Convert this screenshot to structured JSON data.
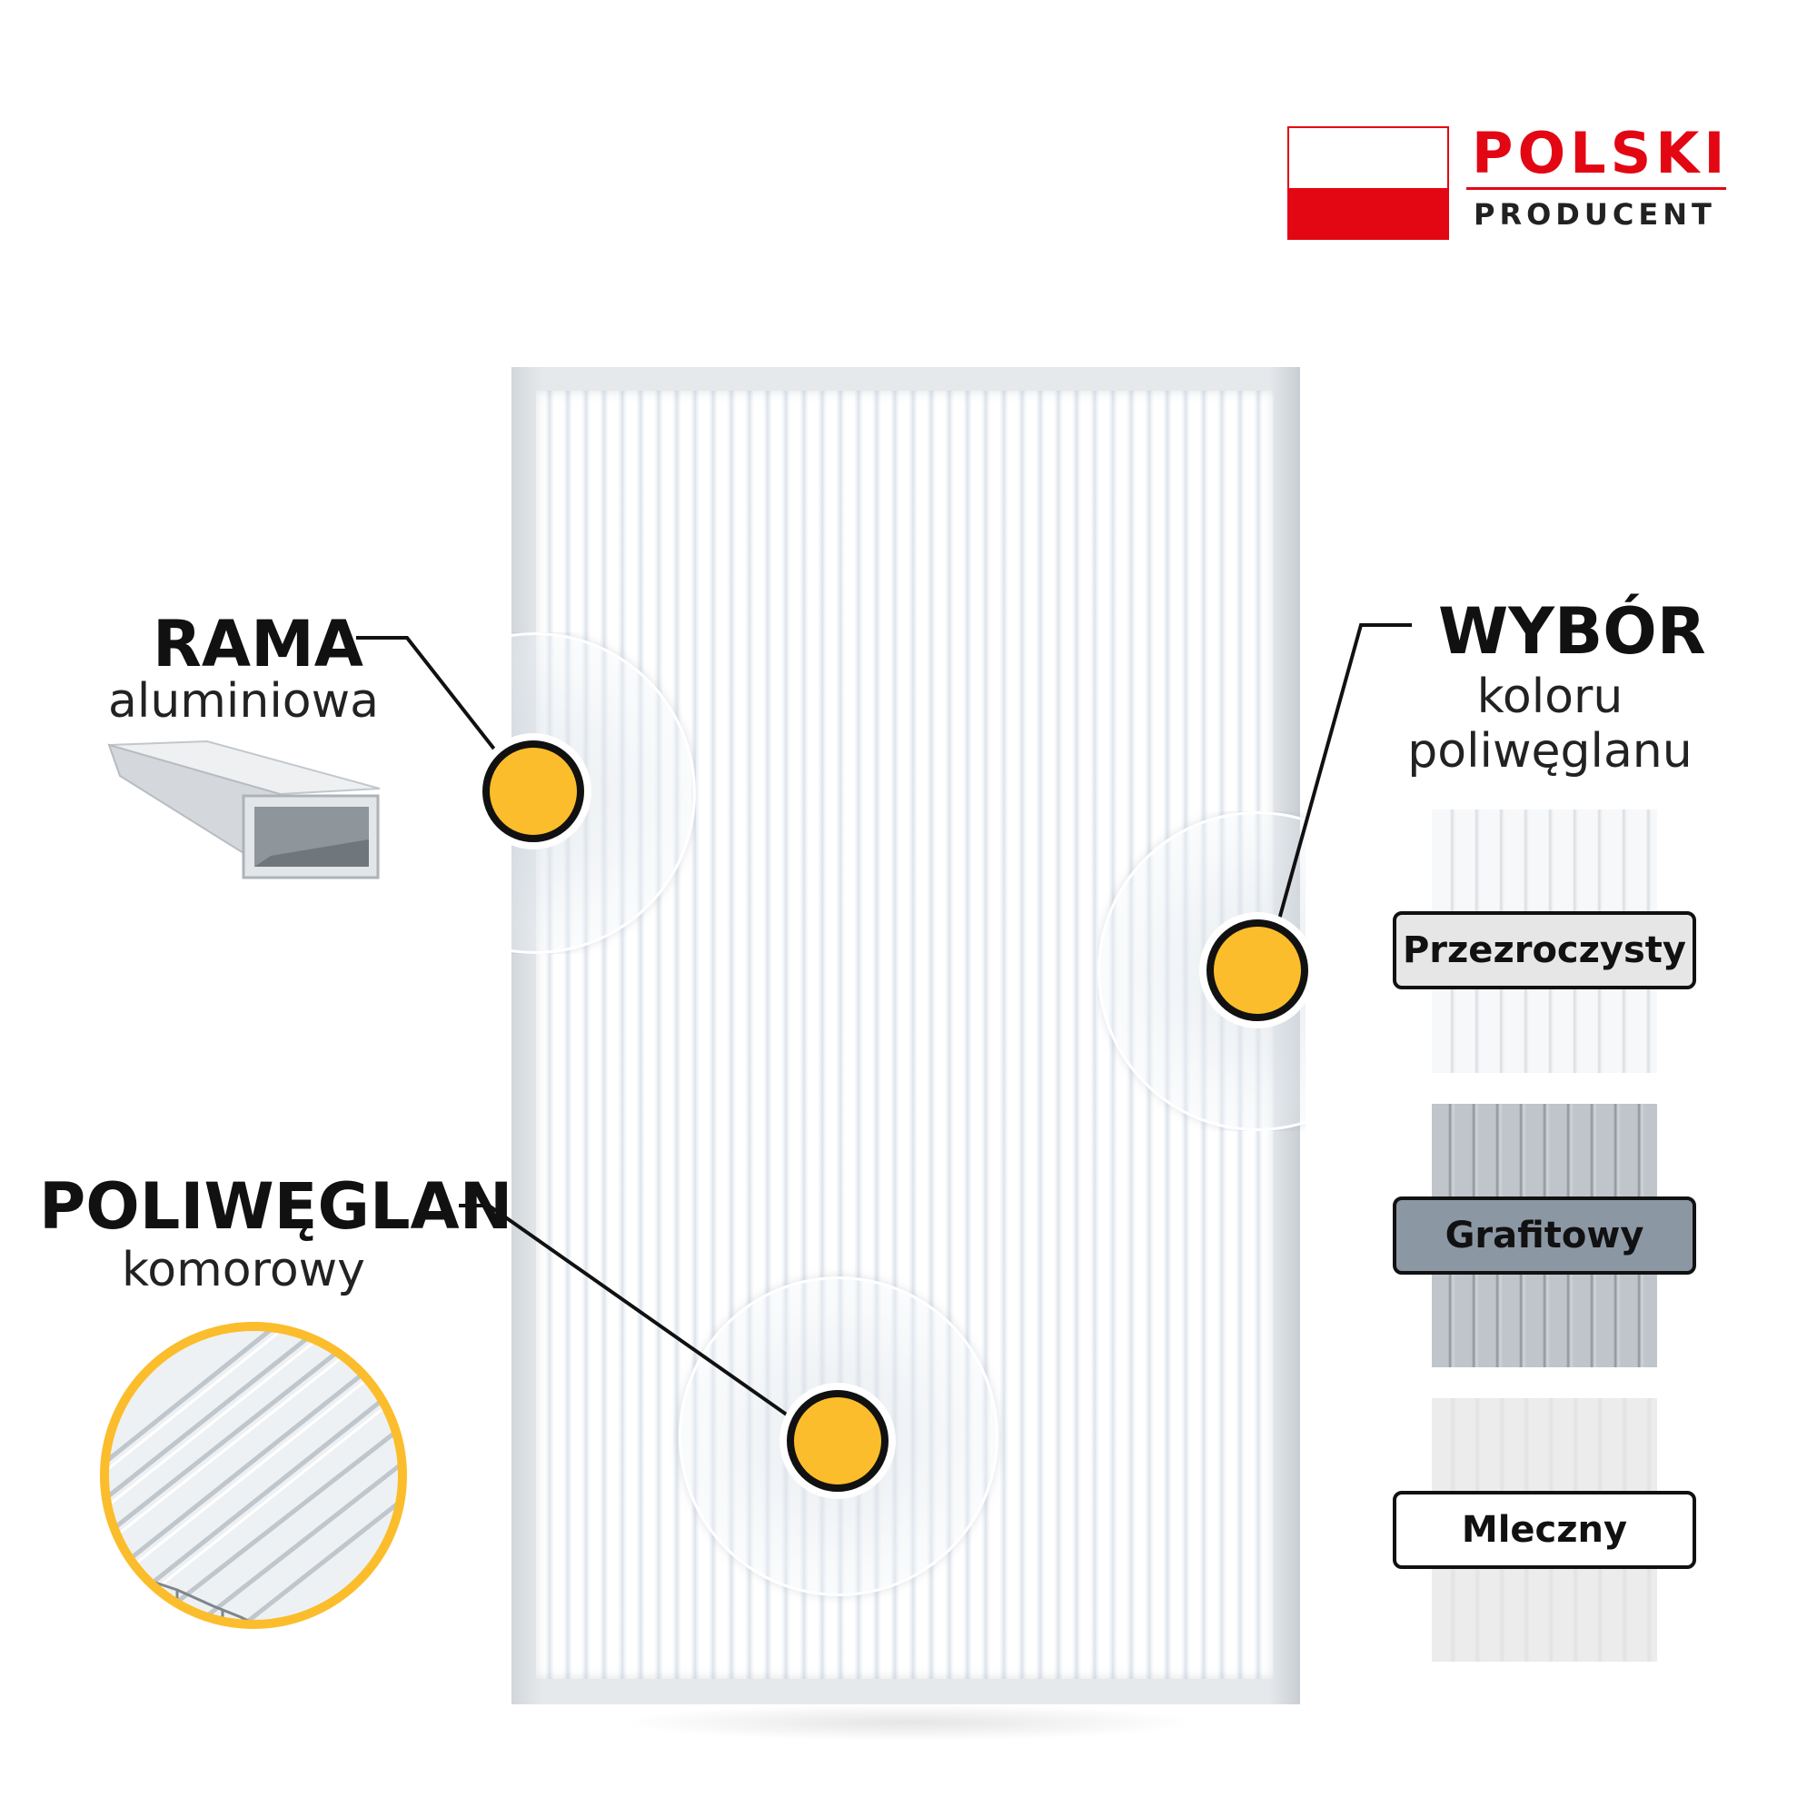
{
  "badge": {
    "title": "POLSKI",
    "subtitle": "PRODUCENT",
    "colors": {
      "red": "#e30613",
      "white": "#ffffff"
    }
  },
  "features": {
    "rama": {
      "title": "RAMA",
      "subtitle": "aluminiowa"
    },
    "wybor": {
      "title": "WYBÓR",
      "subtitle_line1": "koloru",
      "subtitle_line2": "poliwęglanu"
    },
    "poliweglan": {
      "title": "POLIWĘGLAN",
      "subtitle": "komorowy"
    }
  },
  "colors_options": [
    {
      "label": "Przezroczysty",
      "color": "#e6e6e6"
    },
    {
      "label": "Grafitowy",
      "color": "#8c97a4"
    },
    {
      "label": "Mleczny",
      "color": "#ffffff"
    }
  ],
  "accent": {
    "marker": "#fbbd2b",
    "outline": "#111111"
  },
  "icons": [
    "polish-flag-icon",
    "aluminium-profile-icon",
    "polycarbonate-closeup-icon"
  ]
}
